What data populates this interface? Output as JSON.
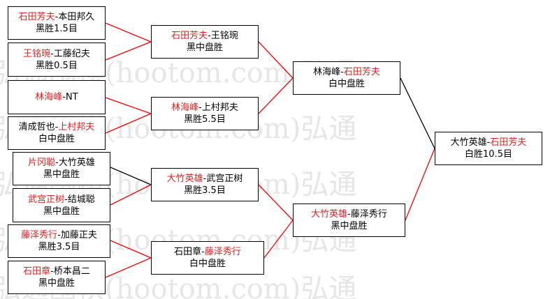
{
  "watermark": {
    "line1": "弘通围棋(hootom.com)弘通"
  },
  "colors": {
    "winner": "#e02020",
    "line_red": "#ff0000",
    "line_black": "#000000"
  },
  "matches": {
    "r1m1": {
      "p1": "石田芳夫",
      "sep": "-",
      "p2": "本田邦久",
      "result": "黑胜1.5目"
    },
    "r1m2": {
      "p1": "王铭琬",
      "sep": "-",
      "p2": "工藤纪夫",
      "result": "黑胜0.5目"
    },
    "r1m3": {
      "p1": "林海峰",
      "sep": "-",
      "p2": "NT",
      "result": ""
    },
    "r1m4": {
      "p1": "清成哲也",
      "sep": "-",
      "p2": "上村邦夫",
      "result": "白中盘胜"
    },
    "r1m5": {
      "p1": "片冈聪",
      "sep": "-",
      "p2": "大竹英雄",
      "result": "黑中盘胜"
    },
    "r1m6": {
      "p1": "武宫正树",
      "sep": "-",
      "p2": "结城聪",
      "result": "黑中盘胜"
    },
    "r1m7": {
      "p1": "藤泽秀行",
      "sep": "-",
      "p2": "加藤正夫",
      "result": "黑胜3.5目"
    },
    "r1m8": {
      "p1": "石田章",
      "sep": "-",
      "p2": "桥本昌二",
      "result": "黑中盘胜"
    },
    "r2m1": {
      "p1": "石田芳夫",
      "sep": "-",
      "p2": "王铭琬",
      "result": "黑中盘胜"
    },
    "r2m2": {
      "p1": "林海峰",
      "sep": "-",
      "p2": "上村邦夫",
      "result": "黑胜5.5目"
    },
    "r2m3": {
      "p1": "大竹英雄",
      "sep": "-",
      "p2": "武宫正树",
      "result": "黑胜3.5目"
    },
    "r2m4": {
      "p1": "石田章",
      "sep": "-",
      "p2": "藤泽秀行",
      "result": "白中盘胜"
    },
    "r3m1": {
      "p1": "林海峰",
      "sep": "-",
      "p2": "石田芳夫",
      "result": "白中盘胜"
    },
    "r3m2": {
      "p1": "大竹英雄",
      "sep": "-",
      "p2": "藤泽秀行",
      "result": "黑中盘胜"
    },
    "final": {
      "p1": "大竹英雄",
      "sep": "-",
      "p2": "石田芳夫",
      "result": "白胜10.5目"
    }
  }
}
